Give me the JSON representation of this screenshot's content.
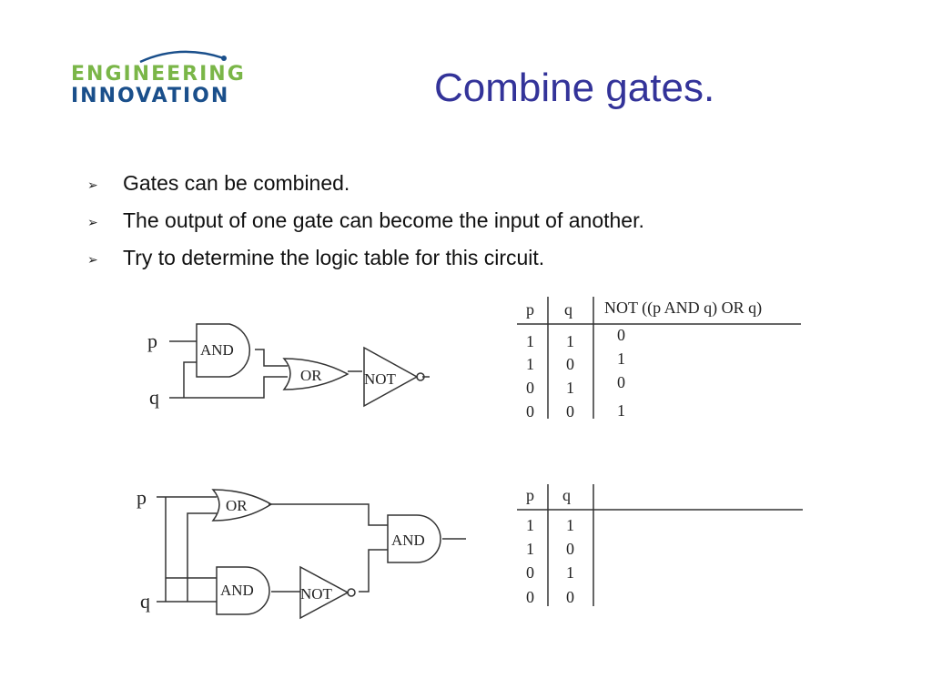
{
  "slide": {
    "title": "Combine gates.",
    "logo": {
      "line1": "ENGINEERING",
      "line2": "INNOVATION",
      "colors": {
        "line1": "#7ab648",
        "line2": "#1a4f8b",
        "arc": "#1a4f8b"
      }
    },
    "bullets": [
      "Gates can be combined.",
      "The output of one gate can become the input of another.",
      "Try to determine the logic table for this circuit."
    ],
    "bullet_icon": "arrowhead-bullet-icon"
  },
  "circuit1": {
    "inputs": [
      "p",
      "q"
    ],
    "gates": [
      "AND",
      "OR",
      "NOT"
    ]
  },
  "table1": {
    "headers": [
      "p",
      "q",
      "NOT ((p AND q) OR q)"
    ],
    "rows": [
      [
        "1",
        "1",
        "0"
      ],
      [
        "1",
        "0",
        "1"
      ],
      [
        "0",
        "1",
        "0"
      ],
      [
        "0",
        "0",
        "1"
      ]
    ]
  },
  "circuit2": {
    "inputs": [
      "p",
      "q"
    ],
    "gates": [
      "OR",
      "AND",
      "AND",
      "NOT"
    ]
  },
  "table2": {
    "headers": [
      "p",
      "q",
      ""
    ],
    "rows": [
      [
        "1",
        "1",
        ""
      ],
      [
        "1",
        "0",
        ""
      ],
      [
        "0",
        "1",
        ""
      ],
      [
        "0",
        "0",
        ""
      ]
    ]
  }
}
